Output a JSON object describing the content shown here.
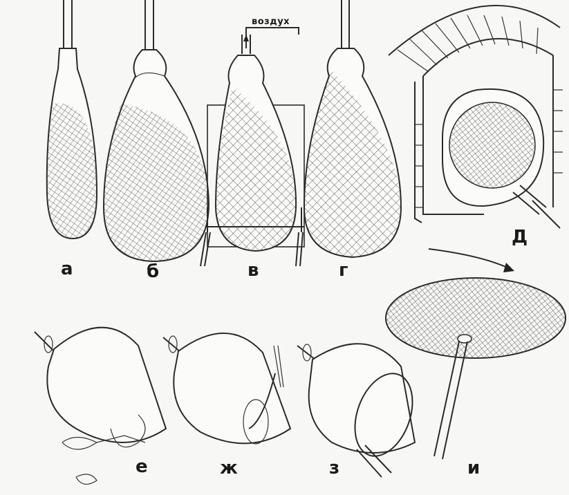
{
  "labels": {
    "a": "а",
    "b": "б",
    "v": "в",
    "g": "г",
    "D": "Д",
    "e": "е",
    "zh": "ж",
    "z": "з",
    "i": "и"
  },
  "air_label": "воздух",
  "colors": {
    "ink": "#2a2a2a",
    "paper": "#fbfbf9",
    "background": "#f7f7f5"
  }
}
